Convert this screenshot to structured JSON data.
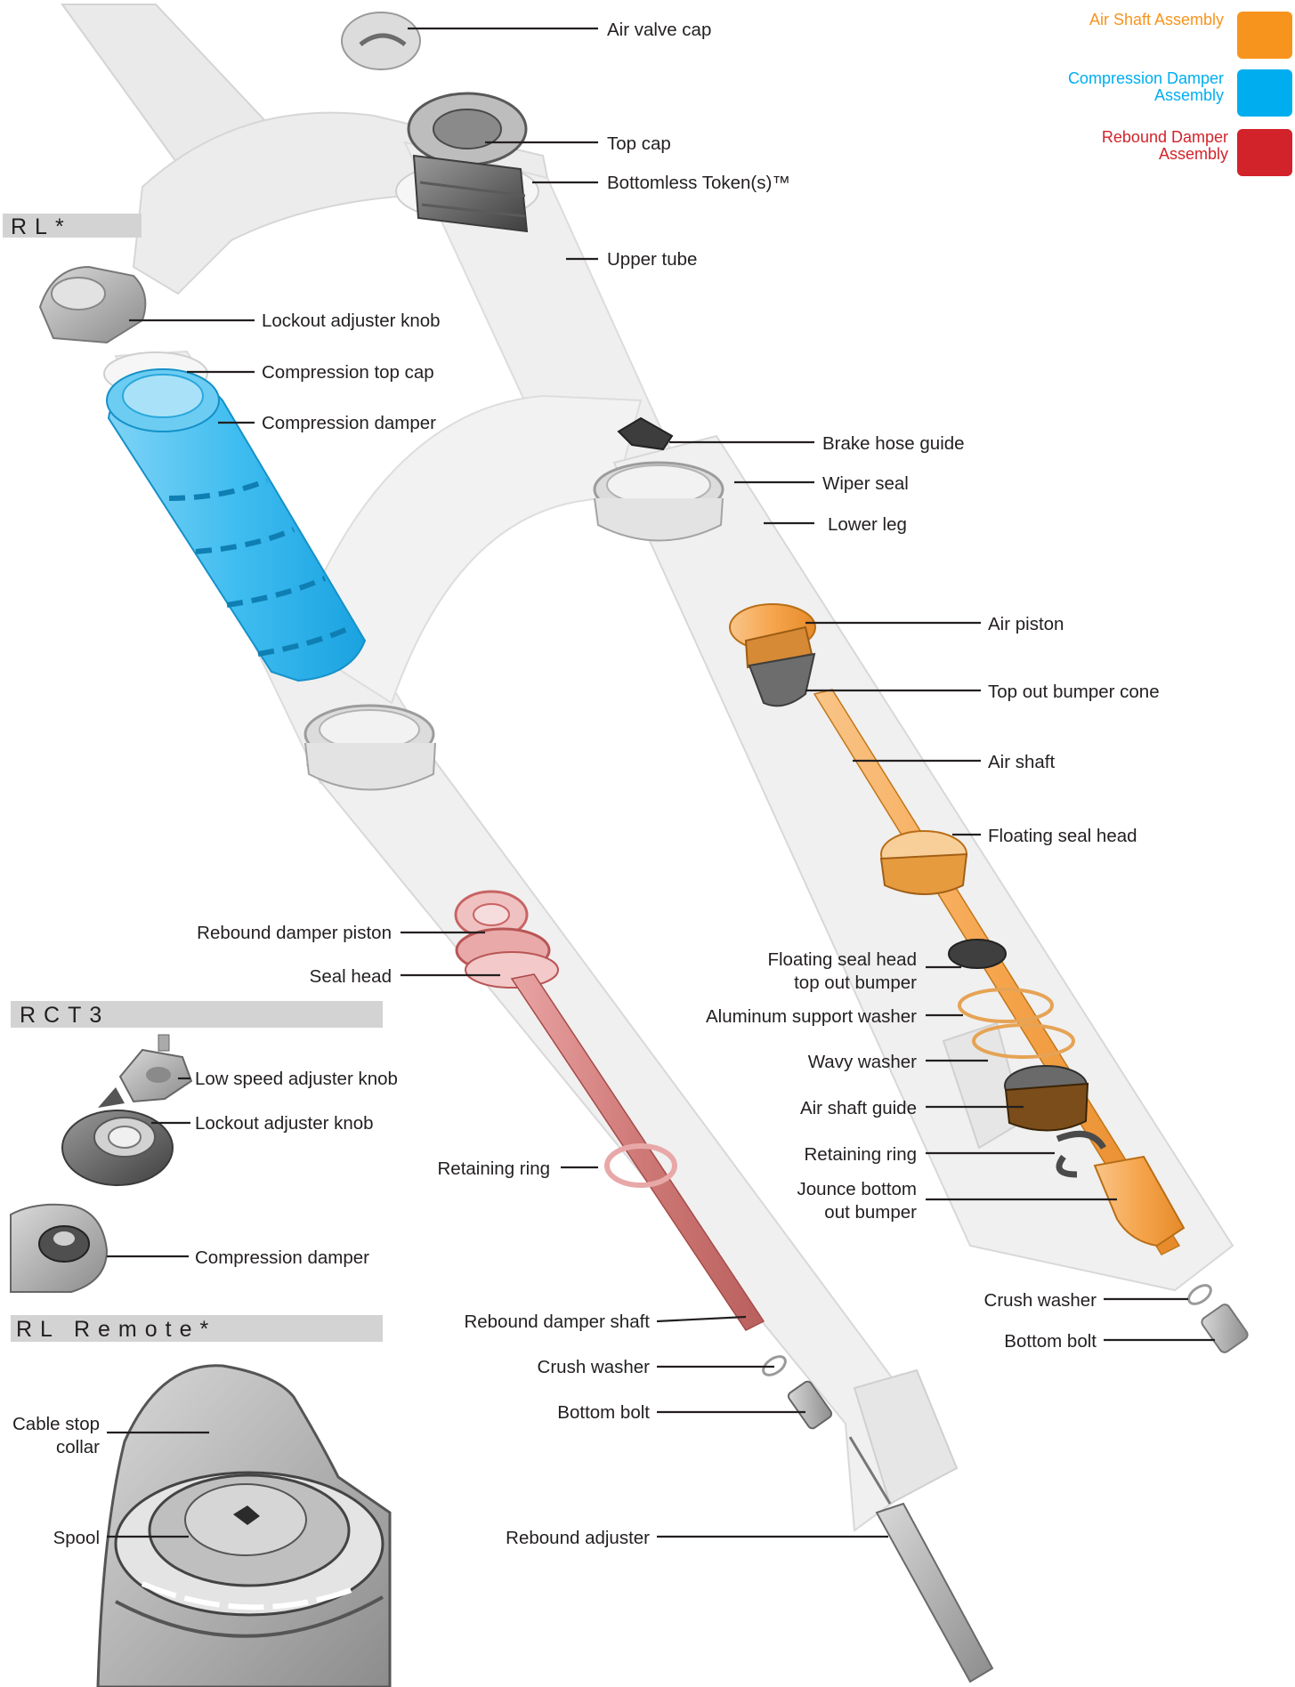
{
  "legend": {
    "air": {
      "line1": "Air Shaft Assembly",
      "color": "#f7941d"
    },
    "compression": {
      "line1": "Compression Damper",
      "line2": "Assembly",
      "color": "#00aeef"
    },
    "rebound": {
      "line1": "Rebound Damper",
      "line2": "Assembly",
      "color": "#d2232a"
    }
  },
  "sections": {
    "rl": "RL*",
    "rct3": "RCT3",
    "rl_remote": "RL Remote*"
  },
  "labels": {
    "air_valve_cap": "Air valve cap",
    "top_cap": "Top cap",
    "bottomless_tokens": "Bottomless Token(s)™",
    "upper_tube": "Upper tube",
    "lockout_adjuster_knob": "Lockout adjuster knob",
    "compression_top_cap": "Compression top cap",
    "compression_damper": "Compression damper",
    "brake_hose_guide": "Brake hose guide",
    "wiper_seal": "Wiper seal",
    "lower_leg": "Lower leg",
    "air_piston": "Air piston",
    "top_out_bumper_cone": "Top out bumper cone",
    "air_shaft": "Air shaft",
    "floating_seal_head": "Floating seal head",
    "rebound_damper_piston": "Rebound damper piston",
    "seal_head": "Seal head",
    "fsh_top_out_line1": "Floating seal head",
    "fsh_top_out_line2": "top out bumper",
    "aluminum_support_washer": "Aluminum support washer",
    "wavy_washer": "Wavy washer",
    "air_shaft_guide": "Air shaft guide",
    "retaining_ring_right": "Retaining ring",
    "jounce_line1": "Jounce bottom",
    "jounce_line2": "out bumper",
    "low_speed_adjuster_knob": "Low speed adjuster knob",
    "lockout_adjuster_knob_rct3": "Lockout adjuster knob",
    "retaining_ring_left": "Retaining ring",
    "compression_damper_rct3": "Compression damper",
    "crush_washer_right": "Crush washer",
    "bottom_bolt_right": "Bottom bolt",
    "rebound_damper_shaft": "Rebound damper shaft",
    "crush_washer_left": "Crush washer",
    "bottom_bolt_left": "Bottom bolt",
    "cable_stop_line1": "Cable stop",
    "cable_stop_line2": "collar",
    "spool": "Spool",
    "rebound_adjuster": "Rebound adjuster"
  }
}
